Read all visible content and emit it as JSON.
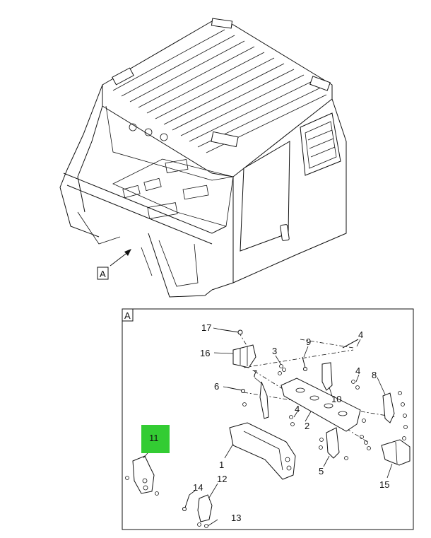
{
  "view_labels": {
    "main_callout": "A",
    "detail_callout": "A"
  },
  "highlight_color": "#33cc33",
  "highlighted_part": "11",
  "part_numbers": {
    "p1": "1",
    "p2": "2",
    "p3": "3",
    "p4a": "4",
    "p4b": "4",
    "p4c": "4",
    "p5": "5",
    "p6": "6",
    "p7": "7",
    "p8": "8",
    "p9": "9",
    "p10": "10",
    "p11": "11",
    "p12": "12",
    "p13": "13",
    "p14": "14",
    "p15": "15",
    "p16": "16",
    "p17": "17"
  }
}
